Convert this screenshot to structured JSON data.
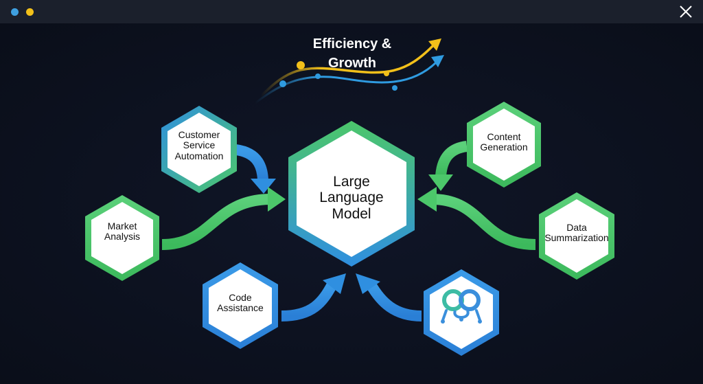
{
  "window": {
    "dots": [
      {
        "name": "window-dot-blue",
        "color": "#3fa0e0"
      },
      {
        "name": "window-dot-yellow",
        "color": "#f2c01a"
      }
    ],
    "close_icon": "close-icon"
  },
  "diagram": {
    "trend_title": "Efficiency & Growth",
    "center": {
      "label": "Large\nLanguage\nModel"
    },
    "nodes": [
      {
        "id": "customer-service",
        "label": "Customer\nService\nAutomation",
        "border": "blue-green"
      },
      {
        "id": "market-analysis",
        "label": "Market\nAnalysis",
        "border": "green"
      },
      {
        "id": "code-assistance",
        "label": "Code\nAssistance",
        "border": "blue"
      },
      {
        "id": "content-generation",
        "label": "Content\nGeneration",
        "border": "green"
      },
      {
        "id": "data-summarization",
        "label": "Data\nSummarization",
        "border": "green"
      },
      {
        "id": "integration",
        "label": "",
        "icon": "interlocking-loops-icon",
        "border": "blue"
      }
    ],
    "colors": {
      "green": "#4cc76a",
      "blue": "#2f8fe0",
      "yellow": "#f2c01a",
      "background": "#0c1120"
    }
  }
}
